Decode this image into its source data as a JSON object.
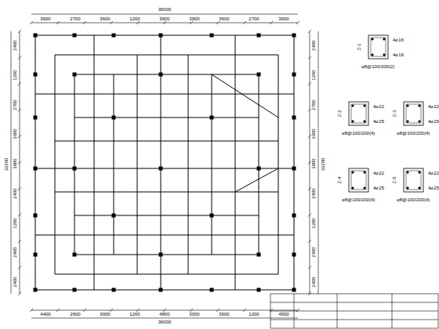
{
  "diagram": {
    "labels": [
      "36000",
      "3600",
      "2700",
      "3600",
      "1200",
      "3600",
      "3900",
      "3600",
      "2700",
      "3600",
      "36000",
      "4400",
      "2600",
      "3000",
      "1200",
      "4800",
      "3000",
      "3600",
      "1200",
      "4500",
      "32200",
      "2400",
      "1200",
      "2700",
      "3600",
      "3900",
      "2400",
      "1200",
      "2400",
      "2400",
      "32200",
      "2400",
      "1200",
      "2700",
      "3600",
      "3900",
      "2400",
      "1200",
      "2400",
      "2400",
      "Z-1",
      "4⌀16",
      "4⌀16",
      "⌀8@100/200(2)",
      "Z-2",
      "4⌀22",
      "4⌀25",
      "⌀8@100/200(4)",
      "Z-3",
      "4⌀22",
      "4⌀25",
      "⌀8@100/200(4)",
      "Z-4",
      "4⌀22",
      "4⌀25",
      "⌀8@100/200(4)",
      "Z-5",
      "4⌀22",
      "4⌀25",
      "⌀8@100/200(4)"
    ]
  }
}
